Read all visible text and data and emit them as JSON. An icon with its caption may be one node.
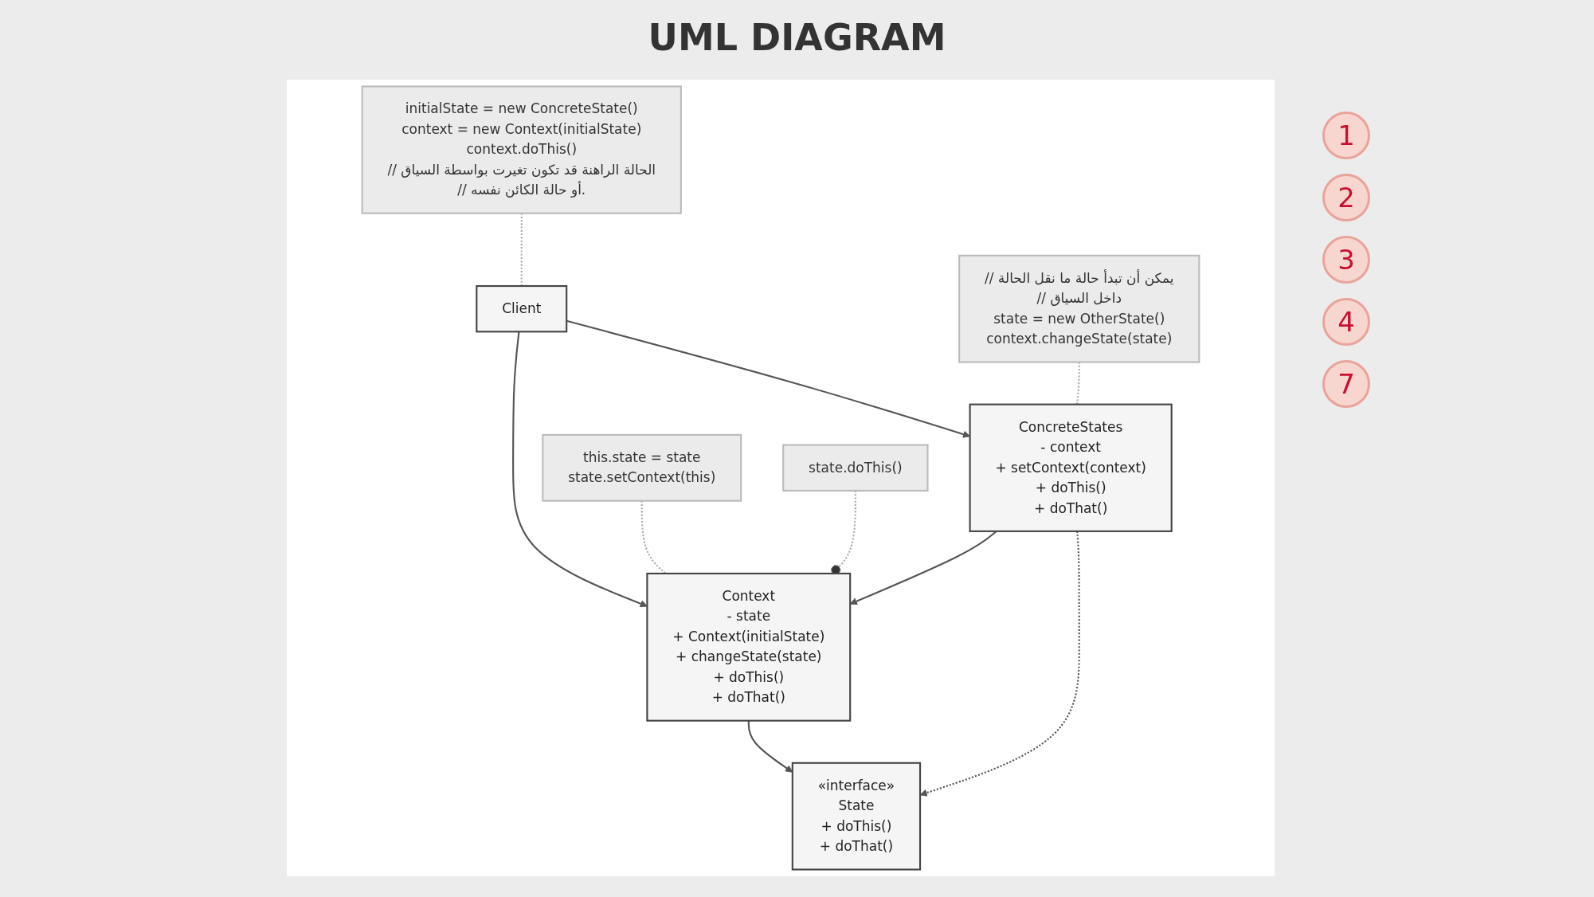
{
  "diagram": {
    "title": "UML DIAGRAM",
    "nodes": [
      {
        "text": [
          "Context",
          "- state",
          "+ Context(initialState)",
          "+ changeState(state)",
          "+ doThis()",
          "+ doThat()"
        ]
      },
      {
        "text": [
          "«interface»",
          "State",
          "+ doThis()",
          "+ doThat()"
        ]
      },
      {
        "text": [
          "ConcreteStates",
          "- context",
          "+ setContext(context)",
          "+ doThis()",
          "+ doThat()"
        ]
      },
      {
        "text": [
          "Client"
        ]
      },
      {
        "text": [
          "this.state = state",
          "state.setContext(this)"
        ]
      },
      {
        "text": [
          "state.doThis()"
        ]
      },
      {
        "text": [
          "initialState = new ConcreteState()",
          "context = new Context(initialState)",
          "context.doThis()",
          "// الحالة الراهنة قد تكون تغيرت بواسطة السياق",
          "// أو حالة الكائن نفسه."
        ]
      },
      {
        "text": [
          "// يمكن أن تبدأ حالة ما نقل الحالة",
          "// داخل السياق",
          "state = new OtherState()",
          "context.changeState(state)"
        ]
      }
    ],
    "edges": [
      {
        "from": 0,
        "to": 1,
        "arrow": "to"
      },
      {
        "from": 2,
        "to": 0,
        "arrow": "to"
      },
      {
        "from": 2,
        "to": 1,
        "arrow": "to",
        "style": "dashed"
      },
      {
        "from": 3,
        "to": 0,
        "arrow": "to"
      },
      {
        "from": 3,
        "to": 2,
        "arrow": "to"
      },
      {
        "from": 4,
        "to": 0,
        "arrow": "none",
        "style": "dashed",
        "color": "#aaaaaa"
      },
      {
        "from": 5,
        "to": 0,
        "arrow": "other",
        "style": "dashed",
        "color": "#aaaaaa"
      },
      {
        "from": 6,
        "to": 3,
        "arrow": "none",
        "style": "dashed",
        "color": "#aaaaaa"
      },
      {
        "from": 7,
        "to": 2,
        "arrow": "none",
        "style": "dashed",
        "color": "#aaaaaa"
      }
    ],
    "labels": [
      "1",
      "2",
      "3",
      "4",
      "7"
    ]
  }
}
